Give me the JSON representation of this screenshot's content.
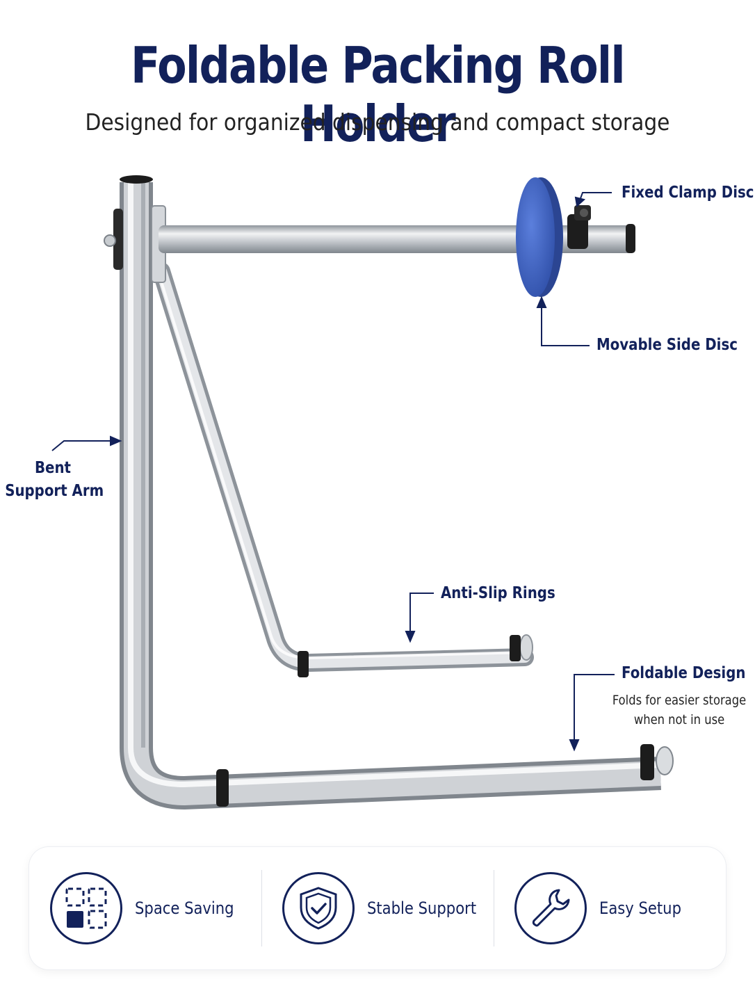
{
  "header": {
    "title": "Foldable Packing Roll Holder",
    "subtitle": "Designed for organized dispensing and compact storage"
  },
  "callouts": {
    "fixed_clamp_disc": "Fixed Clamp Disc",
    "movable_side_disc": "Movable Side Disc",
    "bent_support_arm_line1": "Bent",
    "bent_support_arm_line2": "Support Arm",
    "anti_slip_rings": "Anti-Slip Rings",
    "foldable_design": "Foldable Design",
    "foldable_note_line1": "Folds for easier storage",
    "foldable_note_line2": "when not in use"
  },
  "features": [
    {
      "label": "Space Saving",
      "icon": "space-saving-icon"
    },
    {
      "label": "Stable Support",
      "icon": "shield-check-icon"
    },
    {
      "label": "Easy Setup",
      "icon": "wrench-icon"
    }
  ],
  "colors": {
    "brand_navy": "#12215a",
    "disc_blue": "#3e63c6",
    "steel": "#c4c8cd"
  }
}
